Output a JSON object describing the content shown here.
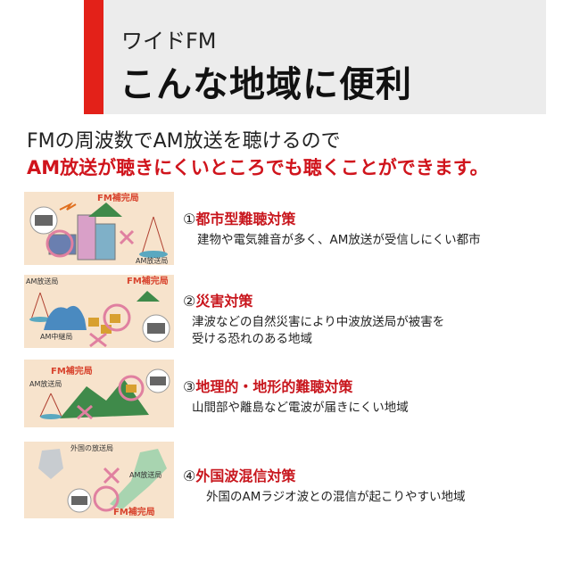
{
  "header": {
    "subtitle": "ワイドFM",
    "title": "こんな地域に便利"
  },
  "lead": {
    "line1": "FMの周波数でAM放送を聴けるので",
    "line2": "AM放送が聴きにくいところでも聴くことができます。"
  },
  "items": [
    {
      "num": "①",
      "title": "都市型難聴対策",
      "desc": [
        "建物や電気雑音が多く、AM放送が受信しにくい都市"
      ],
      "labels": {
        "fm": "FM補完局",
        "am": "AM放送局"
      }
    },
    {
      "num": "②",
      "title": "災害対策",
      "desc": [
        "津波などの自然災害により中波放送局が被害を",
        "受ける恐れのある地域"
      ],
      "labels": {
        "fm": "FM補完局",
        "am": "AM放送局",
        "relay": "AM中継局"
      }
    },
    {
      "num": "③",
      "title": "地理的・地形的難聴対策",
      "desc": [
        "山間部や離島など電波が届きにくい地域"
      ],
      "labels": {
        "fm": "FM補完局",
        "am": "AM放送局"
      }
    },
    {
      "num": "④",
      "title": "外国波混信対策",
      "desc": [
        "外国のAMラジオ波との混信が起こりやすい地域"
      ],
      "labels": {
        "fm": "FM補完局",
        "am": "AM放送局",
        "foreign": "外国の放送局"
      }
    }
  ],
  "colors": {
    "accent": "#e32119",
    "red_text": "#c8161d",
    "panel_bg": "#f7e3cc",
    "header_bg": "#ececec"
  }
}
